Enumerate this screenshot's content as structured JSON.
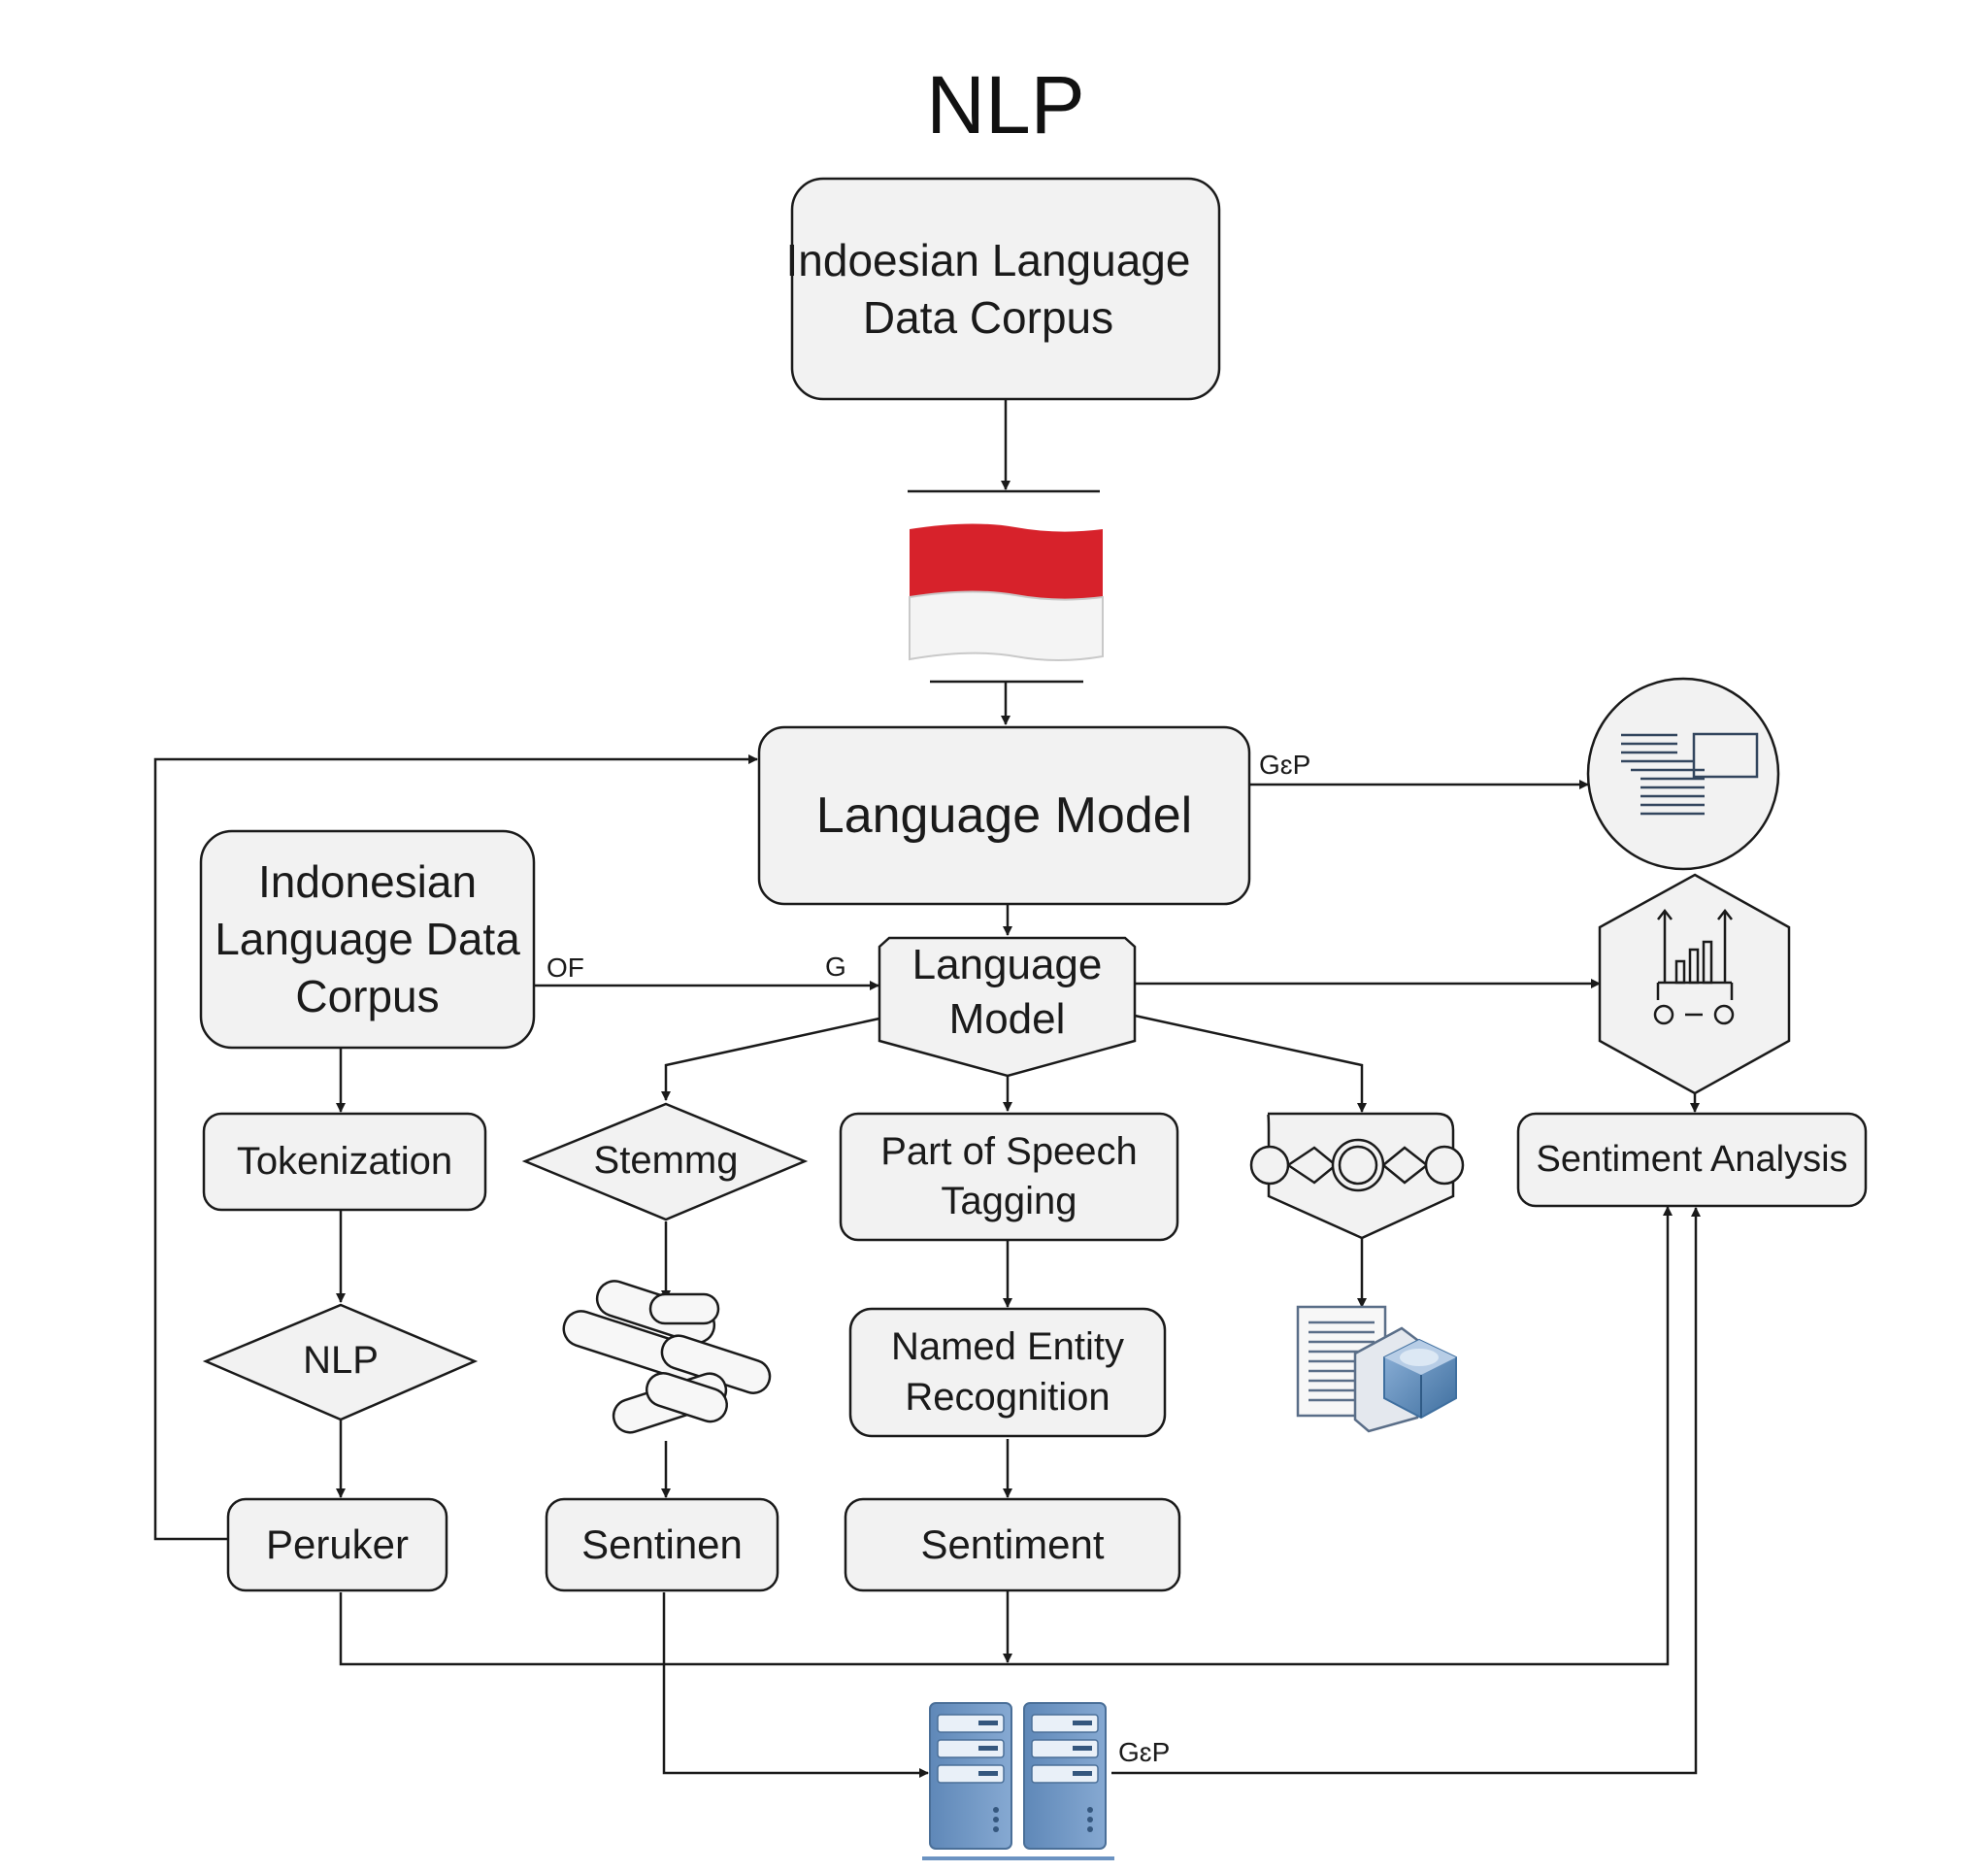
{
  "title": "NLP",
  "nodes": {
    "corpus_top": "Indoesian Language\nData Corpus",
    "language_model_main": "Language Model",
    "corpus_left": "Indonesian\nLanguage Data\nCorpus",
    "language_model_hex": "Language\nModel",
    "tokenization": "Tokenization",
    "stemming": "Stemmg",
    "pos_tagging": "Part of Speech\nTagging",
    "sentiment_analysis": "Sentiment Analysis",
    "nlp_diamond": "NLP",
    "ner": "Named Entity\nRecognition",
    "peruker": "Peruker",
    "sentinen": "Sentinen",
    "sentiment": "Sentiment"
  },
  "edge_labels": {
    "lm_to_doc": "GɛP",
    "corpus_left_out": "OF",
    "hex_in": "G",
    "to_server_right": "GɛP"
  },
  "icons": {
    "flag": "indonesia-flag-icon",
    "document_circle": "document-window-icon",
    "chart_hex": "bar-chart-icon",
    "flow_node": "process-flow-icon",
    "documents_cube": "document-database-icon",
    "chain": "chain-links-icon",
    "servers": "server-rack-icon"
  },
  "colors": {
    "box_fill": "#f2f2f2",
    "stroke": "#1a1a1a",
    "flag_red": "#d7222b",
    "server_blue": "#6b93c2"
  }
}
